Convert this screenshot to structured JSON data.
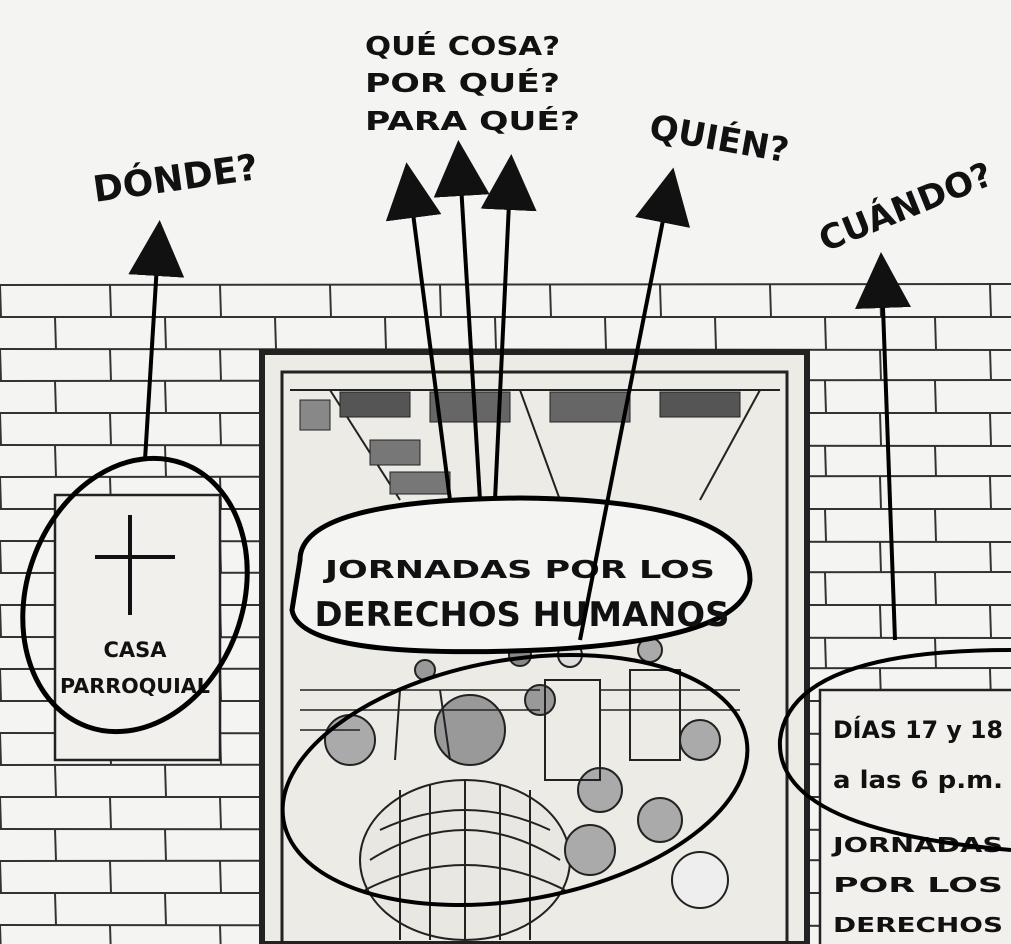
{
  "questions": {
    "where": "DÓNDE?",
    "what_lines": [
      "QUÉ COSA?",
      "POR QUÉ?",
      "PARA QUÉ?"
    ],
    "who": "QUIÉN?",
    "when": "CUÁNDO?"
  },
  "parish_sign": {
    "line1": "CASA",
    "line2": "PARROQUIAL"
  },
  "banner": {
    "line1": "JORNADAS POR LOS",
    "line2": "DERECHOS HUMANOS"
  },
  "poster": {
    "line1": "DÍAS 17 y 18",
    "line2": "a las 6 p.m.",
    "line3": "JORNADAS",
    "line4": "POR LOS",
    "line5": "DERECHOS"
  }
}
